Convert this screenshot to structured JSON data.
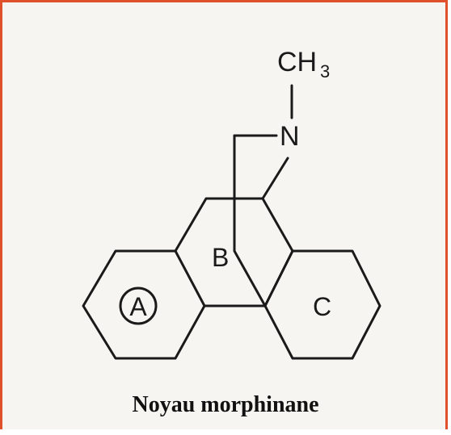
{
  "diagram": {
    "caption": "Noyau morphinane",
    "labels": {
      "methyl": "CH",
      "methyl_subscript": "3",
      "nitrogen": "N",
      "ring_a": "A",
      "ring_b": "B",
      "ring_c": "C"
    }
  },
  "colors": {
    "frame": "#e0502a",
    "background": "#f6f5f1",
    "ink": "#1a1a1a"
  }
}
